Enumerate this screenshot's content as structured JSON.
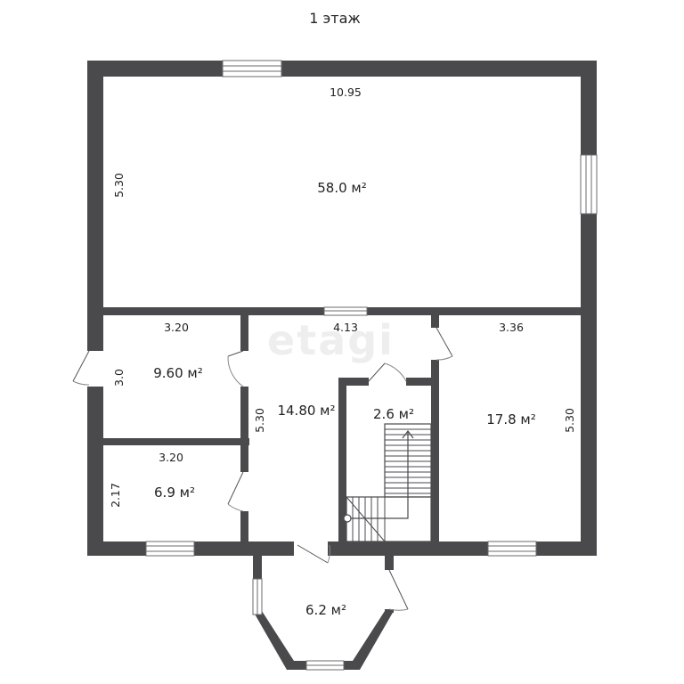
{
  "title": "1 этаж",
  "watermark": "etagi",
  "rooms": {
    "living": {
      "area": "58.0 м²",
      "dim_top": "10.95",
      "dim_left": "5.30"
    },
    "bedroom": {
      "area": "9.60 м²",
      "dim_top": "3.20",
      "dim_left": "3.0"
    },
    "small_room": {
      "area": "6.9 м²",
      "dim_top": "3.20",
      "dim_left": "2.17"
    },
    "hall": {
      "area": "14.80 м²",
      "dim_top": "4.13",
      "dim_left": "5.30"
    },
    "stair_room": {
      "area": "2.6 м²"
    },
    "right_room": {
      "area": "17.8 м²",
      "dim_top": "3.36",
      "dim_right": "5.30"
    },
    "porch": {
      "area": "6.2 м²"
    }
  }
}
